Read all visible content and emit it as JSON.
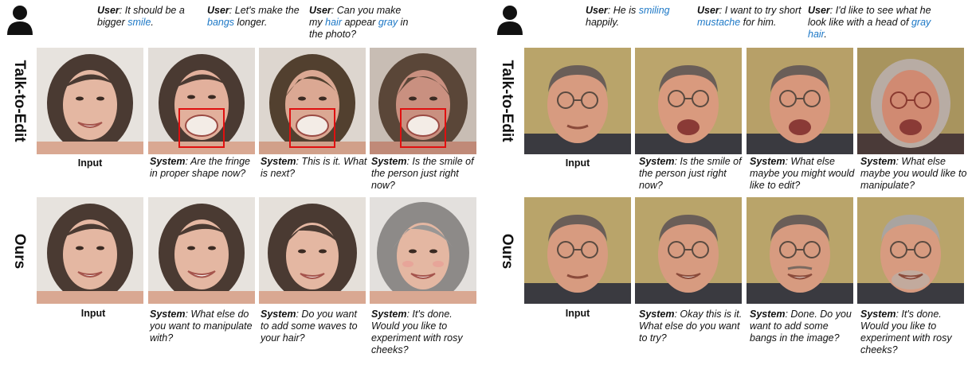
{
  "left": {
    "user_prompts": [
      {
        "speaker": "User",
        "pre": ": It should be a bigger ",
        "hl": "smile",
        "post": "."
      },
      {
        "speaker": "User",
        "pre": ": Let's make the ",
        "hl": "bangs",
        "post": " longer."
      },
      {
        "speaker": "User",
        "pre": ": Can you make my ",
        "hl": "hair",
        "mid": " appear ",
        "hl2": "gray",
        "post": " in the photo?"
      }
    ],
    "row_labels": [
      "Talk-to-Edit",
      "Ours"
    ],
    "input_label": "Input",
    "top_system": [
      {
        "speaker": "System",
        "text": ":  Are the fringe in proper shape now?"
      },
      {
        "speaker": "System",
        "text": ": This is it. What is next?"
      },
      {
        "speaker": "System",
        "text": ": Is the smile of the person just right now?"
      }
    ],
    "bottom_system": [
      {
        "speaker": "System",
        "text": ": What else do you want to manipulate with?"
      },
      {
        "speaker": "System",
        "text": ": Do you want to add some waves to your hair?"
      },
      {
        "speaker": "System",
        "text": ": It's done. Would you like to experiment with rosy cheeks?"
      }
    ]
  },
  "right": {
    "user_prompts": [
      {
        "speaker": "User",
        "pre": ": He is ",
        "hl": "smiling",
        "post": " happily."
      },
      {
        "speaker": "User",
        "pre": ": I want to try short ",
        "hl": "mustache",
        "post": " for him."
      },
      {
        "speaker": "User",
        "pre": ": I'd like to see what he look like with a head of ",
        "hl": "gray hair",
        "post": "."
      }
    ],
    "row_labels": [
      "Talk-to-Edit",
      "Ours"
    ],
    "input_label": "Input",
    "top_system": [
      {
        "speaker": "System",
        "text": ":  Is the smile of the person just right now?"
      },
      {
        "speaker": "System",
        "text": ": What else maybe you might would like to edit?"
      },
      {
        "speaker": "System",
        "text": ": What else maybe you would like to manipulate?"
      }
    ],
    "bottom_system": [
      {
        "speaker": "System",
        "text": ": Okay this is it. What else do you want to try?"
      },
      {
        "speaker": "System",
        "text": ": Done. Do you want to add some bangs in the image?"
      },
      {
        "speaker": "System",
        "text": ": It's done. Would you like to experiment with rosy cheeks?"
      }
    ]
  },
  "colors": {
    "highlight": "#1d78c6",
    "box": "#e01010",
    "woman_hair": "#4a3a32",
    "woman_gray_hair": "#8d8a88",
    "man_bg": "#b9a46a",
    "man_skin": "#d79b80"
  }
}
